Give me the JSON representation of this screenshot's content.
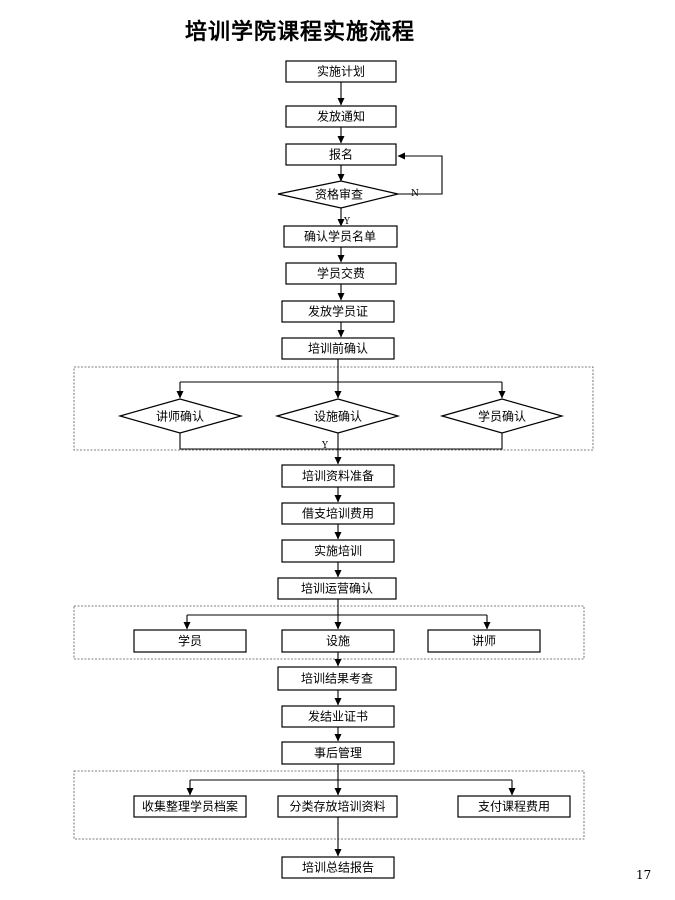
{
  "title": "培训学院课程实施流程",
  "page_number": "17",
  "steps": {
    "plan": "实施计划",
    "notice": "发放通知",
    "signup": "报名",
    "review": "资格审查",
    "confirm_list": "确认学员名单",
    "fee": "学员交费",
    "card": "发放学员证",
    "pre_confirm": "培训前确认",
    "lecturer_confirm": "讲师确认",
    "facility_confirm": "设施确认",
    "student_confirm": "学员确认",
    "materials": "培训资料准备",
    "advance": "借支培训费用",
    "implement": "实施培训",
    "ops_confirm": "培训运营确认",
    "students": "学员",
    "facilities": "设施",
    "lecturers": "讲师",
    "result_check": "培训结果考查",
    "certificate": "发结业证书",
    "followup": "事后管理",
    "collect_files": "收集整理学员档案",
    "archive_materials": "分类存放培训资料",
    "pay_fees": "支付课程费用",
    "report": "培训总结报告"
  },
  "branch_labels": {
    "no": "N",
    "yes": "Y",
    "yes_after_confirm": "Y"
  }
}
